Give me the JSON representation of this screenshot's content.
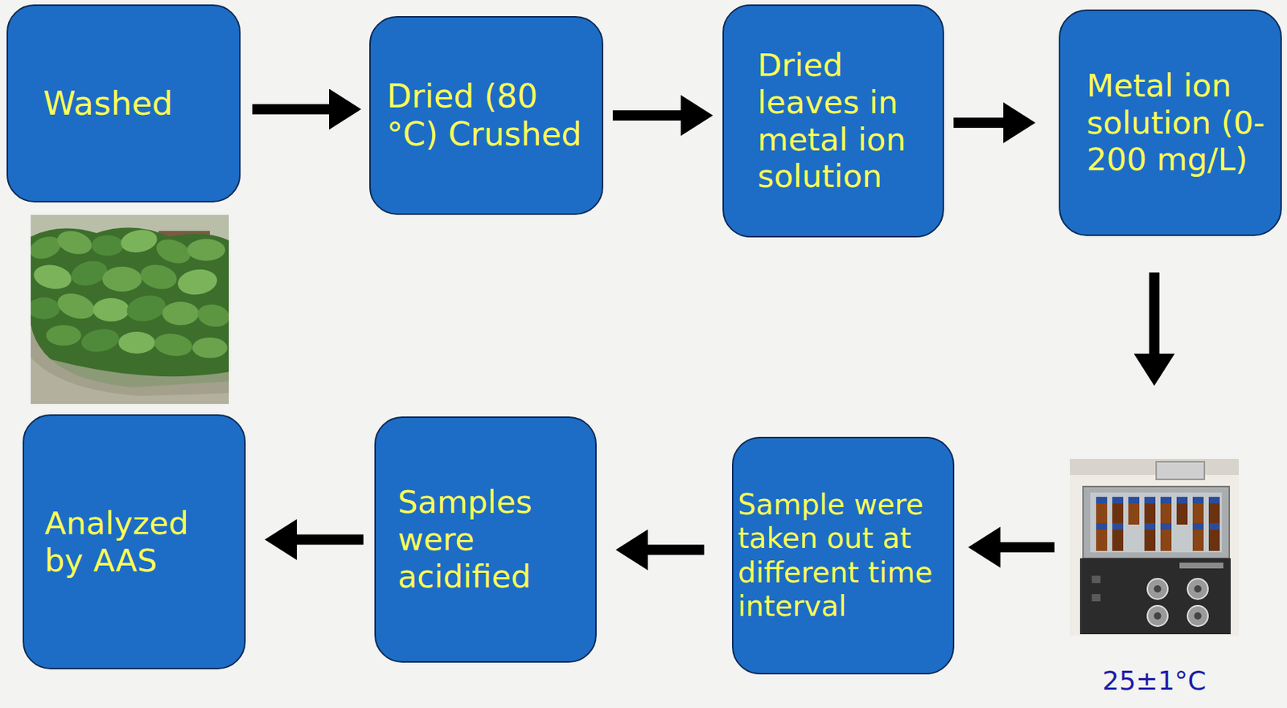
{
  "diagram": {
    "nodes": [
      {
        "text": [
          "Washed"
        ]
      },
      {
        "text": [
          "Dried (80 °C) Crushed"
        ]
      },
      {
        "text": [
          "Dried leaves in metal ion solution"
        ]
      },
      {
        "text": [
          "Metal ion solution (0-200 mg/L)"
        ]
      },
      {
        "text": [
          "25±1°C"
        ]
      },
      {
        "text": [
          "Sample were taken out at different time interval"
        ]
      },
      {
        "text": [
          "Samples were acidified"
        ]
      },
      {
        "text": [
          "Analyzed by AAS"
        ]
      }
    ],
    "edges": [
      {
        "from": 0,
        "to": 1,
        "arrow": "to"
      },
      {
        "from": 1,
        "to": 2,
        "arrow": "to"
      },
      {
        "from": 2,
        "to": 3,
        "arrow": "to"
      },
      {
        "from": 3,
        "to": 4,
        "arrow": "to"
      },
      {
        "from": 4,
        "to": 5,
        "arrow": "to"
      },
      {
        "from": 5,
        "to": 6,
        "arrow": "to"
      },
      {
        "from": 6,
        "to": 7,
        "arrow": "to"
      }
    ]
  }
}
